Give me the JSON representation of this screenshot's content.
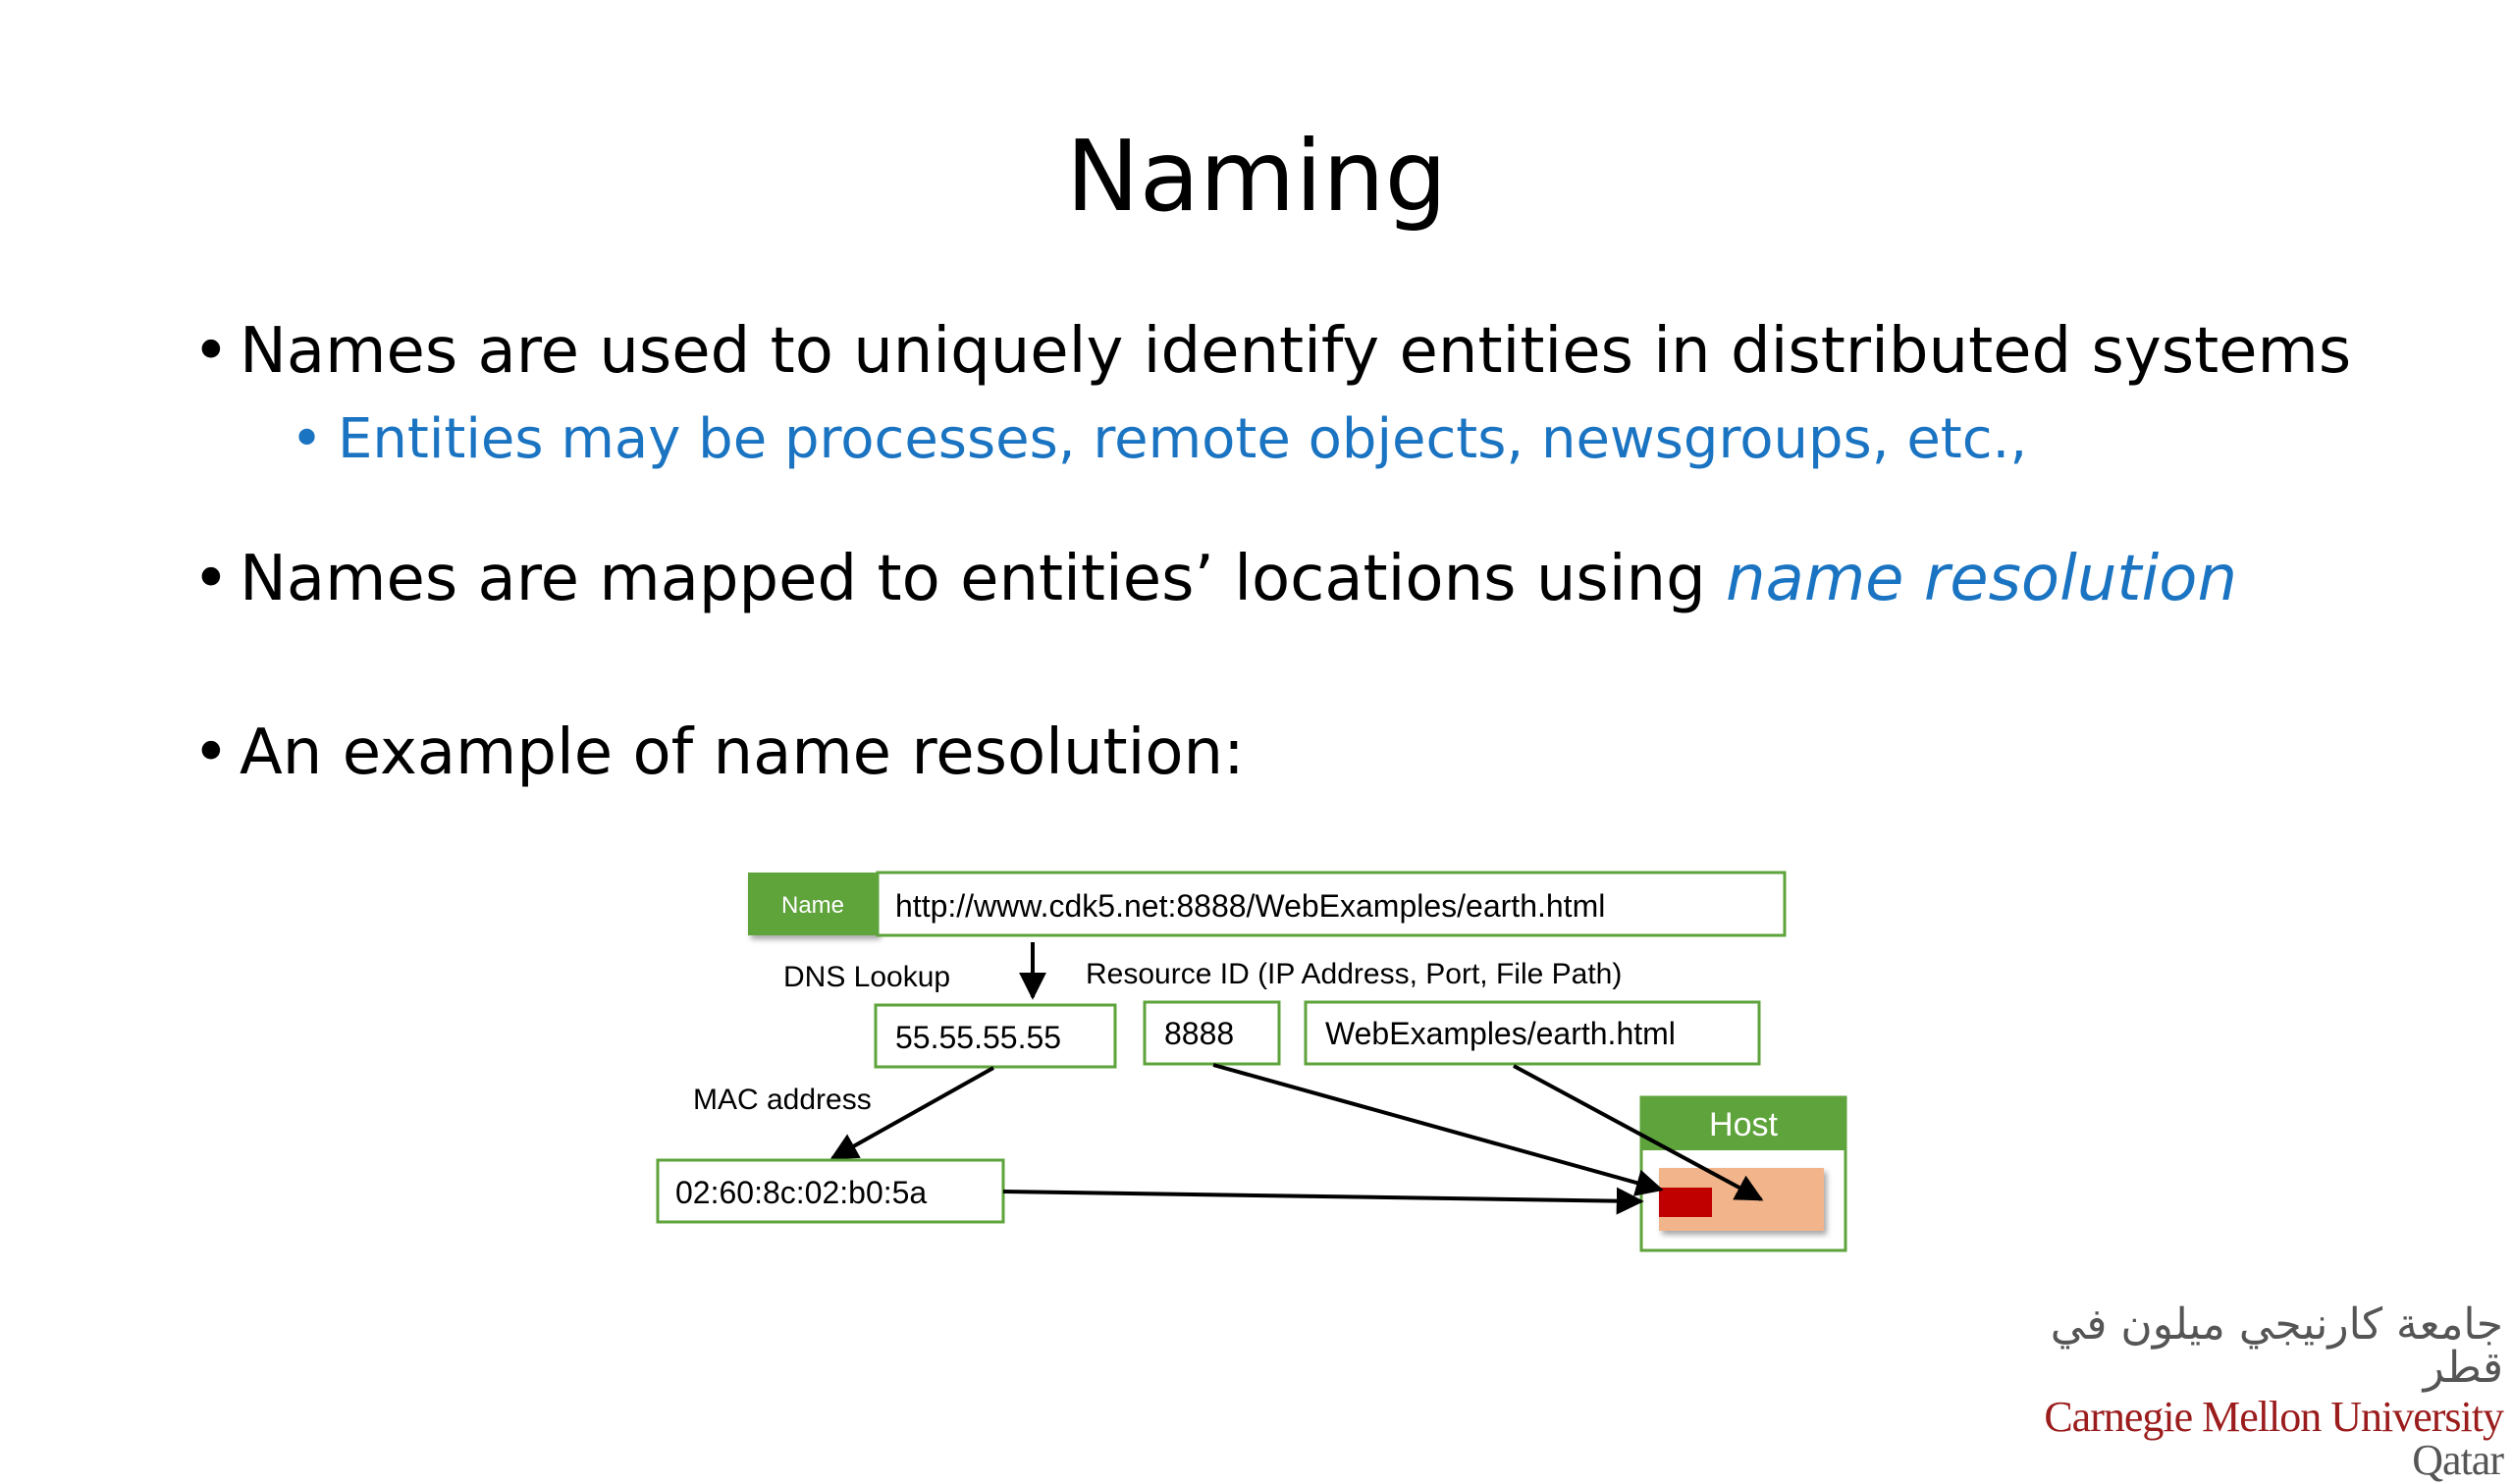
{
  "slide": {
    "title": "Naming",
    "bullets": [
      {
        "text": "Names are used to uniquely identify entities in distributed systems"
      },
      {
        "text": "Entities may be processes, remote objects, newsgroups, etc.,"
      },
      {
        "prefix": "Names are mapped to entities’ locations using ",
        "emphasis": "name resolution"
      },
      {
        "text": "An example of name resolution:"
      }
    ],
    "bullet_symbol": "•"
  },
  "diagram": {
    "name_tag": "Name",
    "url": "http://www.cdk5.net:8888/WebExamples/earth.html",
    "dns_lookup": "DNS Lookup",
    "resource_id": "Resource ID (IP Address, Port, File Path)",
    "ip": "55.55.55.55",
    "port": "8888",
    "path": "WebExamples/earth.html",
    "mac_label": "MAC address",
    "mac": "02:60:8c:02:b0:5a",
    "host": "Host",
    "colors": {
      "green": "#5ea33b",
      "box_border": "#5ea33b",
      "host_fill": "#f2b48b",
      "process_fill": "#c00000"
    }
  },
  "logo": {
    "arabic": "جامعة كارنيجي ميلون في قطر",
    "english_main": "Carnegie Mellon University",
    "english_tail": " Qatar"
  }
}
